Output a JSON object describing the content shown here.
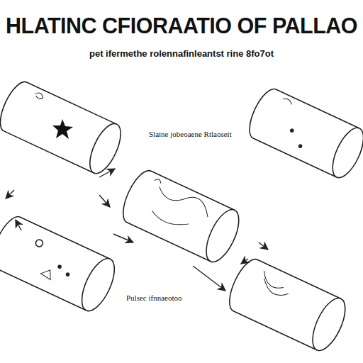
{
  "diagram": {
    "title": "HLATINC CFIORAATIO OF PALLAO",
    "labels": [
      "pet ifermethe rolennafinleantst rine 8fo7ot",
      "Slaine jobeoaene Rtlaoseit",
      "Pulsec ifnnaeotoo"
    ]
  }
}
